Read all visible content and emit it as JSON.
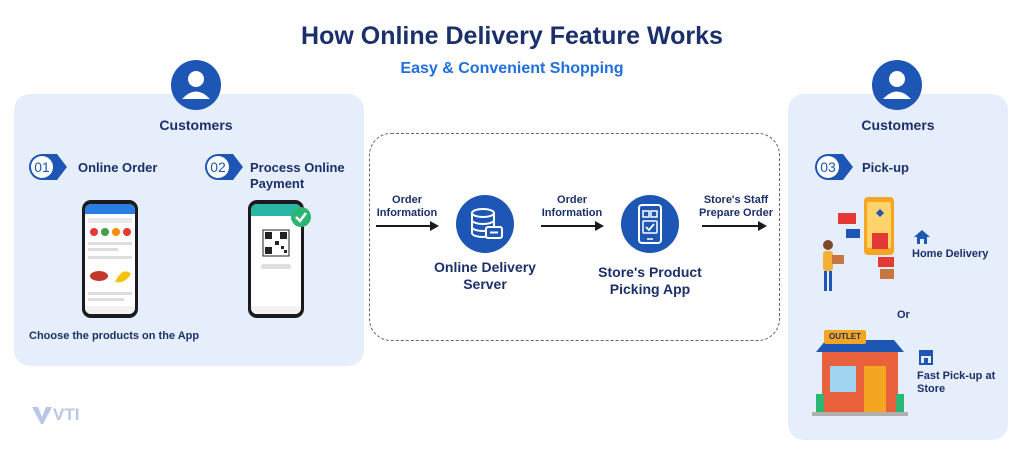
{
  "header": {
    "title": "How Online Delivery Feature Works",
    "subtitle": "Easy & Convenient Shopping"
  },
  "left_panel": {
    "heading": "Customers",
    "steps": [
      {
        "number": "01",
        "label": "Online Order"
      },
      {
        "number": "02",
        "label": "Process Online Payment"
      }
    ],
    "caption": "Choose the products on the App"
  },
  "center": {
    "arrow1_label": "Order Information",
    "server_label": "Online Delivery Server",
    "arrow2_label": "Order Information",
    "app_label": "Store's Product Picking App",
    "arrow3_label": "Store's Staff Prepare Order"
  },
  "right_panel": {
    "heading": "Customers",
    "step": {
      "number": "03",
      "label": "Pick-up"
    },
    "option1": "Home Delivery",
    "or_label": "Or",
    "option2": "Fast Pick-up at Store",
    "store_sign": "OUTLET"
  },
  "logo": {
    "text": "VTI"
  },
  "colors": {
    "navy": "#1b2f6b",
    "blue": "#1e56b5",
    "accent": "#1f6fe0",
    "panel": "#e6eefb",
    "green": "#2bb673"
  }
}
